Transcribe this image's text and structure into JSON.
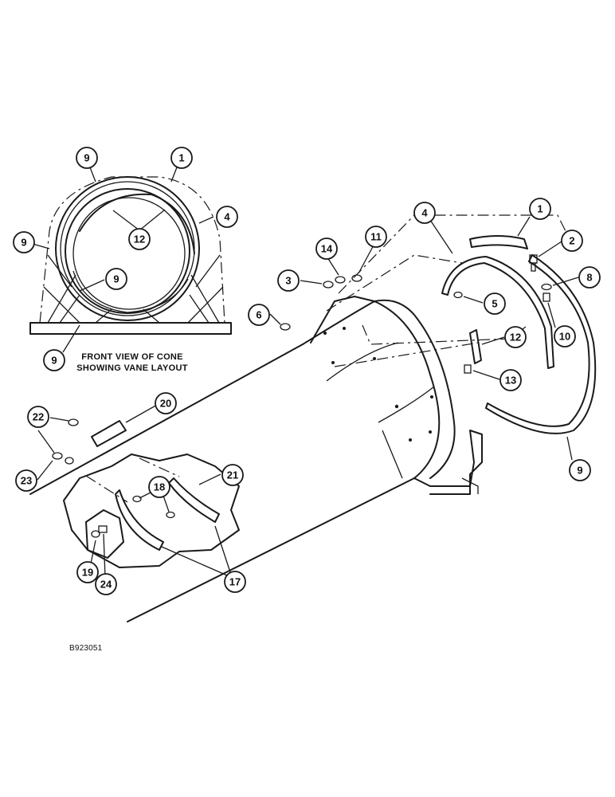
{
  "figure": {
    "code": "B923051",
    "caption_line1": "FRONT VIEW OF CONE",
    "caption_line2": "SHOWING VANE LAYOUT"
  },
  "callouts": [
    {
      "id": "c-front-9a",
      "label": "9"
    },
    {
      "id": "c-front-1",
      "label": "1"
    },
    {
      "id": "c-front-4",
      "label": "4"
    },
    {
      "id": "c-front-12",
      "label": "12"
    },
    {
      "id": "c-front-9b",
      "label": "9"
    },
    {
      "id": "c-front-9c",
      "label": "9"
    },
    {
      "id": "c-front-9d",
      "label": "9"
    },
    {
      "id": "c-main-4",
      "label": "4"
    },
    {
      "id": "c-main-1",
      "label": "1"
    },
    {
      "id": "c-main-2",
      "label": "2"
    },
    {
      "id": "c-main-8",
      "label": "8"
    },
    {
      "id": "c-main-10",
      "label": "10"
    },
    {
      "id": "c-main-14",
      "label": "14"
    },
    {
      "id": "c-main-11",
      "label": "11"
    },
    {
      "id": "c-main-3",
      "label": "3"
    },
    {
      "id": "c-main-5",
      "label": "5"
    },
    {
      "id": "c-main-6",
      "label": "6"
    },
    {
      "id": "c-main-12",
      "label": "12"
    },
    {
      "id": "c-main-13",
      "label": "13"
    },
    {
      "id": "c-main-9",
      "label": "9"
    },
    {
      "id": "c-main-20",
      "label": "20"
    },
    {
      "id": "c-main-22",
      "label": "22"
    },
    {
      "id": "c-main-23",
      "label": "23"
    },
    {
      "id": "c-main-21",
      "label": "21"
    },
    {
      "id": "c-main-18",
      "label": "18"
    },
    {
      "id": "c-main-19",
      "label": "19"
    },
    {
      "id": "c-main-24",
      "label": "24"
    },
    {
      "id": "c-main-17",
      "label": "17"
    }
  ]
}
